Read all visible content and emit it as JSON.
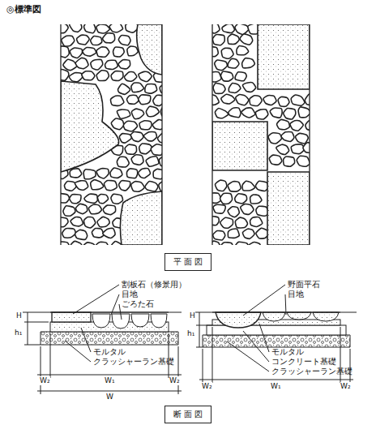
{
  "diagram": {
    "title": "◎標準図",
    "nodes": [
      {
        "text": [
          "平 面 図"
        ]
      },
      {
        "text": [
          "断 面 図"
        ]
      }
    ],
    "labels": [
      "H",
      "h₁",
      "W₂",
      "W₁",
      "W₂",
      "W",
      "割板石（修景用）",
      "目地",
      "ごろた石",
      "モルタル",
      "クラッシャーラン基礎",
      "野面平石",
      "目地",
      "モルタル",
      "コンクリート基礎",
      "クラッシャーラン基礎",
      "H",
      "h₁",
      "W₂",
      "W₁",
      "W₂"
    ]
  }
}
